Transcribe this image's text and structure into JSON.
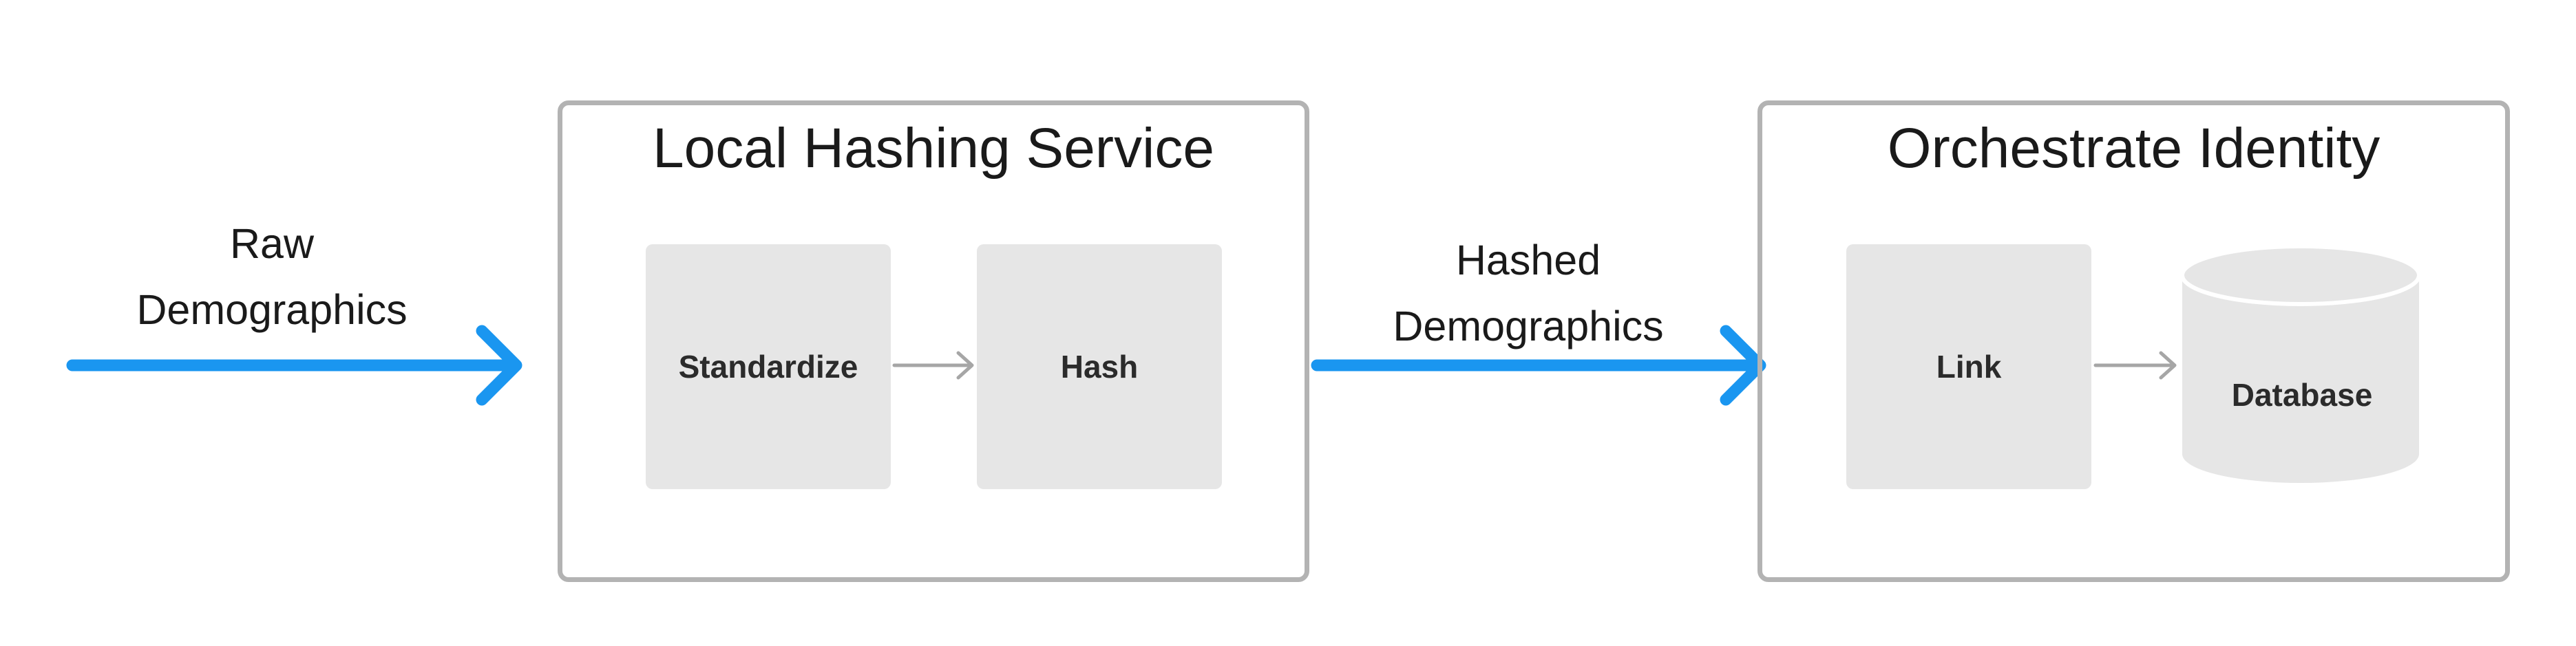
{
  "flow_labels": {
    "raw_demographics": "Raw\nDemographics",
    "hashed_demographics": "Hashed\nDemographics"
  },
  "containers": {
    "local_hashing": {
      "title": "Local Hashing Service",
      "steps": {
        "standardize": "Standardize",
        "hash": "Hash"
      }
    },
    "orchestrate": {
      "title": "Orchestrate Identity",
      "steps": {
        "link": "Link",
        "database": "Database"
      }
    }
  },
  "colors": {
    "flow_arrow": "#1a96f0",
    "inner_arrow": "#a6a6a6",
    "container_border": "#b3b3b3",
    "step_fill": "#e6e6e6"
  }
}
